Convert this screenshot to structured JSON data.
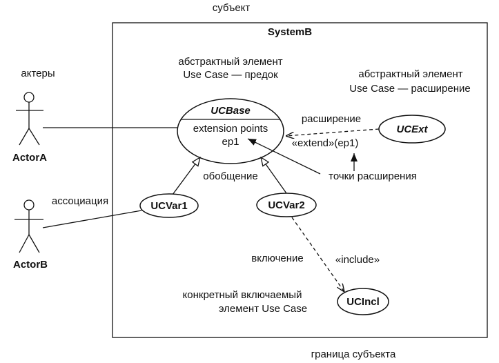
{
  "diagram": {
    "subject_label": "субъект",
    "boundary_label": "граница субъекта",
    "system_name": "SystemB",
    "actors_label": "актеры",
    "abstract_base_note": [
      "абстрактный элемент",
      "Use Case — предок"
    ],
    "abstract_ext_note": [
      "абстрактный элемент",
      "Use Case — расширение"
    ],
    "actors": [
      {
        "name": "ActorA"
      },
      {
        "name": "ActorB"
      }
    ],
    "use_cases": {
      "base": {
        "name": "UCBase",
        "compartment_title": "extension points",
        "points": [
          "ep1"
        ]
      },
      "ext": "UCExt",
      "var1": "UCVar1",
      "var2": "UCVar2",
      "incl": "UCIncl"
    },
    "labels": {
      "extension": "расширение",
      "extend_stereotype": "«extend»(ep1)",
      "extension_points": "точки расширения",
      "generalization": "обобщение",
      "association": "ассоциация",
      "inclusion": "включение",
      "include_stereotype": "«include»",
      "incl_note": [
        "конкретный включаемый",
        "элемент Use Case"
      ]
    }
  }
}
